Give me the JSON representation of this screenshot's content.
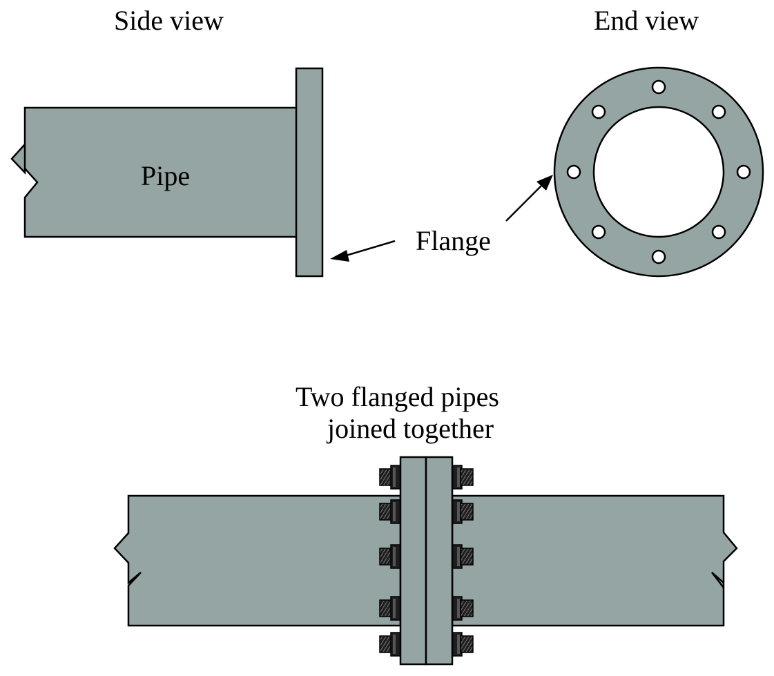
{
  "labels": {
    "side_view": "Side view",
    "end_view": "End view",
    "pipe": "Pipe",
    "flange": "Flange",
    "joined_line1": "Two flanged pipes",
    "joined_line2": "joined together"
  },
  "colors": {
    "metal": "#95a5a4",
    "outline": "#000000",
    "bolt": "#1e1e1e",
    "background": "#ffffff"
  },
  "end_view": {
    "bolt_hole_count": 8
  },
  "joint": {
    "bolt_count_per_side": 5
  }
}
